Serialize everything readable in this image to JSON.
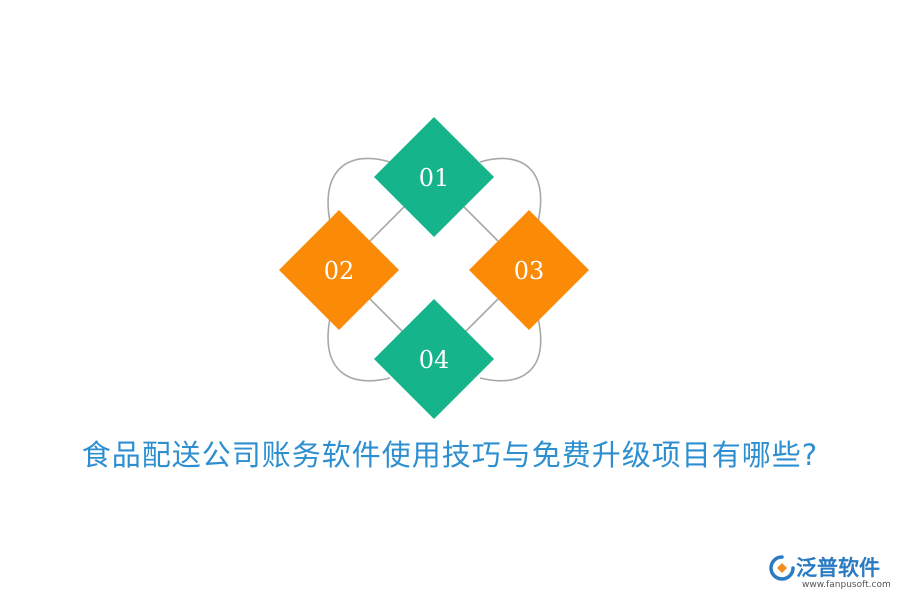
{
  "diagram": {
    "nodes": [
      {
        "label": "01",
        "color": "#16b48a"
      },
      {
        "label": "02",
        "color": "#fb8a07"
      },
      {
        "label": "03",
        "color": "#fb8a07"
      },
      {
        "label": "04",
        "color": "#16b48a"
      }
    ],
    "connector_color": "#a8a8a8"
  },
  "title": "食品配送公司账务软件使用技巧与免费升级项目有哪些?",
  "logo": {
    "brand": "泛普软件",
    "url": "www.fanpusoft.com",
    "colors": {
      "blue": "#2a7bc1",
      "orange": "#f28c1e"
    }
  }
}
